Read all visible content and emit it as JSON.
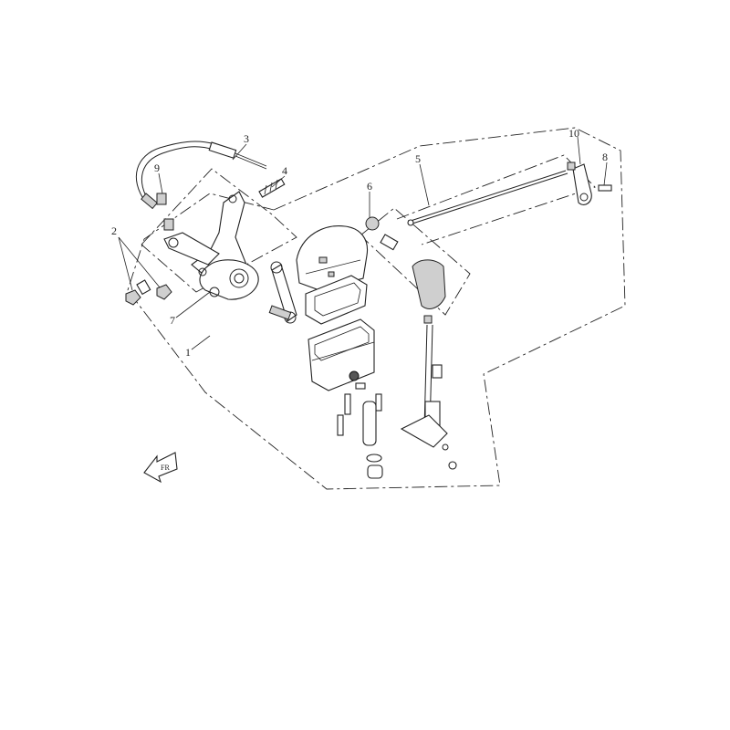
{
  "diagram": {
    "callouts": [
      {
        "id": "c1",
        "text": "1"
      },
      {
        "id": "c2",
        "text": "2"
      },
      {
        "id": "c3",
        "text": "3"
      },
      {
        "id": "c4",
        "text": "4"
      },
      {
        "id": "c5",
        "text": "5"
      },
      {
        "id": "c6",
        "text": "6"
      },
      {
        "id": "c7",
        "text": "7"
      },
      {
        "id": "c8",
        "text": "8"
      },
      {
        "id": "c9",
        "text": "9"
      },
      {
        "id": "c10",
        "text": "10"
      }
    ],
    "direction_arrow_label": "FR"
  },
  "colors": {
    "line": "#222222",
    "background": "#ffffff",
    "shade": "#cfcfcf"
  }
}
